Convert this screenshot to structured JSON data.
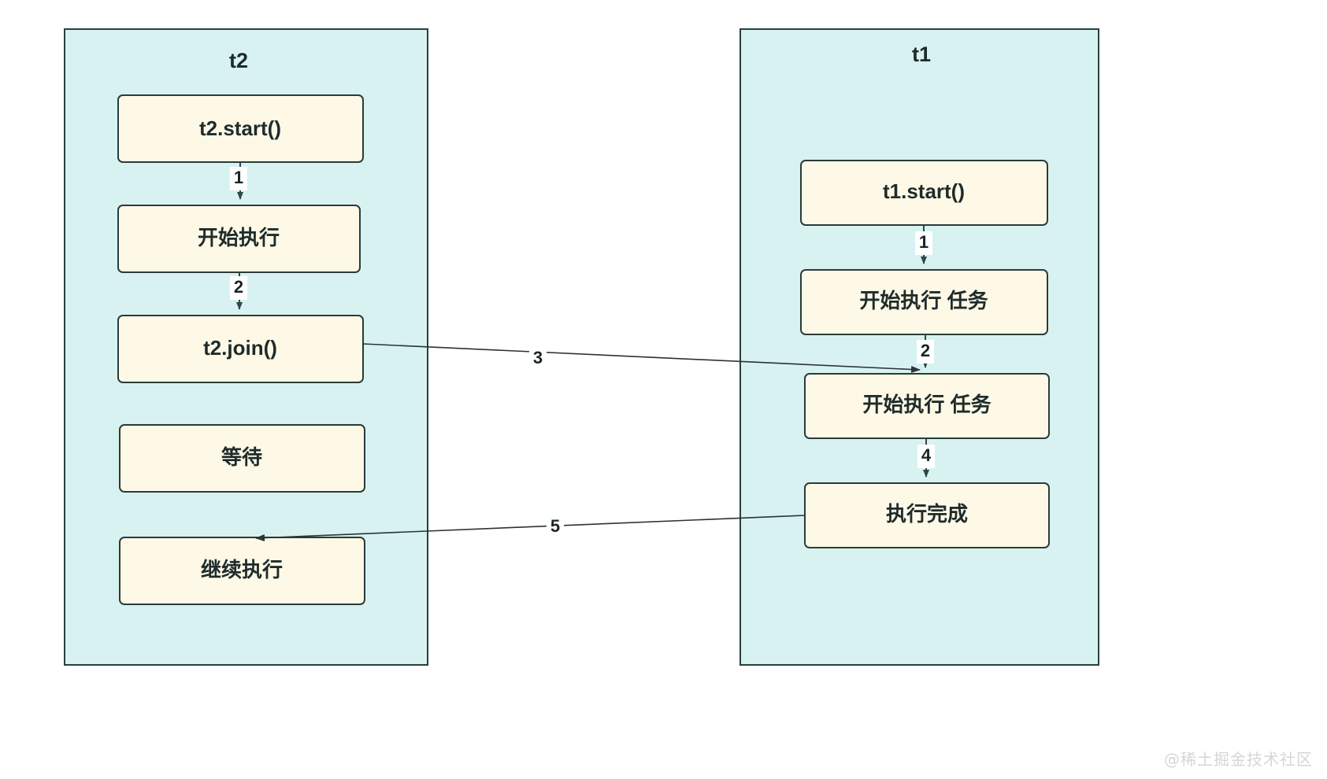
{
  "diagram": {
    "type": "flowchart",
    "title": "",
    "background_color": "#ffffff",
    "cluster_fill": "#d8f2f2",
    "cluster_stroke": "#26403f",
    "node_fill": "#fdf9e6",
    "node_stroke": "#2b3a3a",
    "edge_color": "#33444a",
    "clusters": [
      {
        "id": "t2",
        "label": "t2",
        "nodes": [
          {
            "id": "t2_start",
            "label": "t2.start()"
          },
          {
            "id": "t2_begin",
            "label": "开始执行"
          },
          {
            "id": "t2_join",
            "label": "t2.join()"
          },
          {
            "id": "t2_wait",
            "label": "等待"
          },
          {
            "id": "t2_continue",
            "label": "继续执行"
          }
        ]
      },
      {
        "id": "t1",
        "label": "t1",
        "nodes": [
          {
            "id": "t1_start",
            "label": "t1.start()"
          },
          {
            "id": "t1_task_a",
            "label": "开始执行 任务"
          },
          {
            "id": "t1_task_b",
            "label": "开始执行 任务"
          },
          {
            "id": "t1_done",
            "label": "执行完成"
          }
        ]
      }
    ],
    "edges": [
      {
        "id": "e1",
        "from": "t2_start",
        "to": "t2_begin",
        "label": "1"
      },
      {
        "id": "e2",
        "from": "t2_begin",
        "to": "t2_join",
        "label": "2"
      },
      {
        "id": "e3",
        "from": "t2_join",
        "to": "t1_task_b",
        "label": "3"
      },
      {
        "id": "e4",
        "from": "t1_start",
        "to": "t1_task_a",
        "label": "1"
      },
      {
        "id": "e5",
        "from": "t1_task_a",
        "to": "t1_task_b",
        "label": "2"
      },
      {
        "id": "e6",
        "from": "t1_task_b",
        "to": "t1_done",
        "label": "4"
      },
      {
        "id": "e7",
        "from": "t1_done",
        "to": "t2_continue",
        "label": "5"
      }
    ]
  },
  "watermark": {
    "text": "@稀土掘金技术社区",
    "color": "#d6d6d6"
  }
}
